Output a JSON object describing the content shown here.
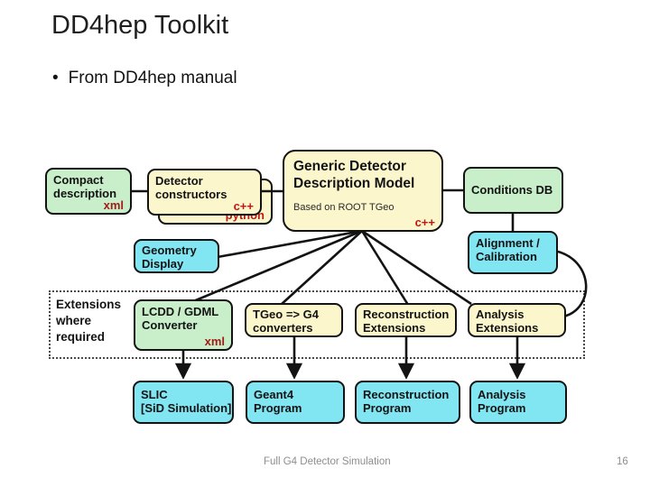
{
  "slide": {
    "title": "DD4hep Toolkit",
    "bullet": "From DD4hep manual",
    "footer": "Full G4 Detector Simulation",
    "page_number": "16"
  },
  "palette": {
    "green_box": "#c8eeca",
    "yellow_box": "#fbf6cc",
    "cyan_box": "#82e5f2",
    "code_tag_red": "#c01616",
    "xml_tag_red": "#a31d18",
    "line_color": "#131313"
  },
  "diagram": {
    "extensions_region_label": [
      "Extensions",
      "where",
      "required"
    ],
    "nodes": {
      "compact_description": {
        "label": [
          "Compact",
          "description"
        ],
        "tag": "xml"
      },
      "detector_constructors": {
        "label": [
          "Detector",
          "constructors"
        ],
        "tag": "c++",
        "back_tag": "python"
      },
      "generic_model": {
        "title": [
          "Generic Detector",
          "Description Model"
        ],
        "subtitle": "Based on ROOT TGeo",
        "tag": "c++"
      },
      "conditions_db": {
        "label": [
          "Conditions DB"
        ]
      },
      "geometry_display": {
        "label": [
          "Geometry",
          "Display"
        ]
      },
      "alignment_calibration": {
        "label": [
          "Alignment /",
          "Calibration"
        ]
      },
      "lcdd_gdml_converter": {
        "label": [
          "LCDD / GDML",
          "Converter"
        ],
        "tag": "xml"
      },
      "tgeo_g4_converters": {
        "label": [
          "TGeo => G4",
          "converters"
        ]
      },
      "reconstruction_extensions": {
        "label": [
          "Reconstruction",
          "Extensions"
        ]
      },
      "analysis_extensions": {
        "label": [
          "Analysis",
          "Extensions"
        ]
      },
      "slic": {
        "label": [
          "SLIC",
          "[SiD Simulation]"
        ]
      },
      "geant4_program": {
        "label": [
          "Geant4",
          "Program"
        ]
      },
      "reconstruction_program": {
        "label": [
          "Reconstruction",
          "Program"
        ]
      },
      "analysis_program": {
        "label": [
          "Analysis",
          "Program"
        ]
      }
    }
  }
}
